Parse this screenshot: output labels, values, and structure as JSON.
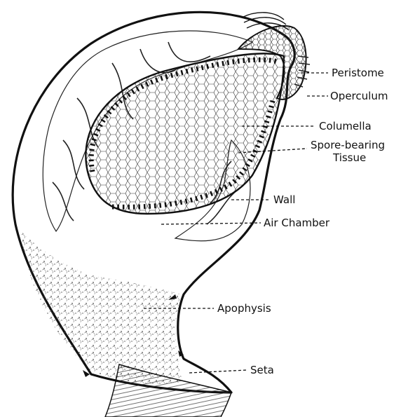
{
  "labels": {
    "peristome": "Peristome",
    "operculum": "Operculum",
    "columella": "Columella",
    "spore_bearing_1": "Spore-bearing",
    "spore_bearing_2": "Tissue",
    "wall": "Wall",
    "air_chamber": "Air Chamber",
    "apophysis": "Apophysis",
    "seta": "Seta"
  }
}
